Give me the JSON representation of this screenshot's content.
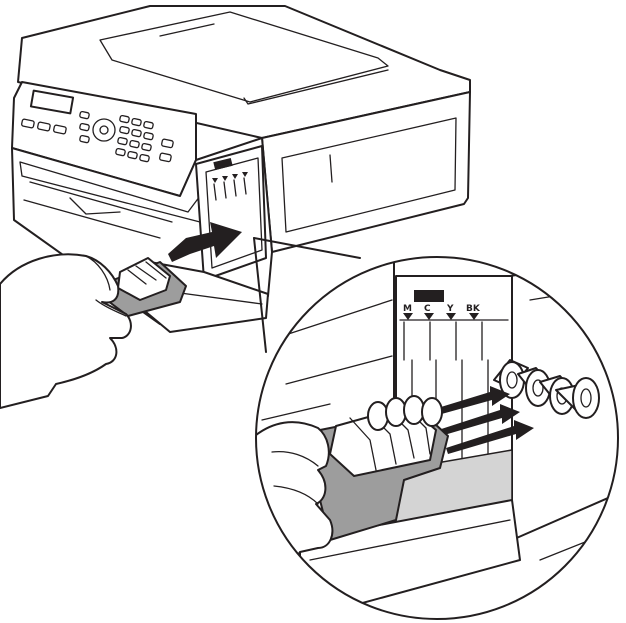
{
  "illustration": {
    "color_labels": [
      {
        "key": "magenta",
        "text": "M"
      },
      {
        "key": "cyan",
        "text": "C"
      },
      {
        "key": "yellow",
        "text": "Y"
      },
      {
        "key": "black",
        "text": "BK"
      }
    ],
    "colors": {
      "line": "#231f20",
      "cover_gray": "#9d9d9d",
      "light_gray": "#d4d4d4",
      "background": "#ffffff"
    }
  }
}
